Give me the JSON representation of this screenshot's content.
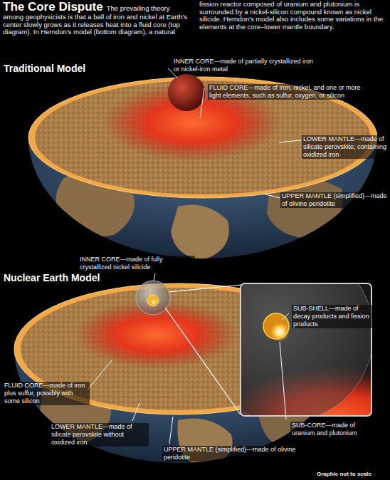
{
  "diagram": {
    "title": "The Core Dispute",
    "caption": "The prevailing theory among geophysicists is that a ball of iron and nickel at Earth's center slowly grows as it releases heat into a fluid core (top diagram). In Herndon's model (bottom diagram), a natural fission reactor composed of uranium and plutonium is surrounded by a nickel-silicon compound known as nickel silicide. Herndon's model also includes some variations in the elements at the core–lower mantle boundary.",
    "labels": [
      "Traditional Model",
      "INNER CORE—made of partially crystallized iron or nickel-iron metal",
      "FLUID CORE—made of iron, nickel, and one or more light elements, such as sulfur, oxygen, or silicon",
      "LOWER MANTLE—made of silicate perovskite, containing oxidized iron",
      "UPPER MANTLE (simplified)—made of olivine peridotite",
      "Nuclear Earth Model",
      "INNER CORE—made of fully crystallized nickel silicide",
      "SUB-SHELL—made of decay products and fission products",
      "FLUID CORE—made of iron plus sulfur, possibly with some silicon",
      "SUB-CORE—made of uranium and plutonium",
      "LOWER MANTLE—made of silicate perovskite without oxidized iron",
      "UPPER MANTLE (simplified)—made of olivine peridotite",
      "Graphic not to scale"
    ]
  }
}
